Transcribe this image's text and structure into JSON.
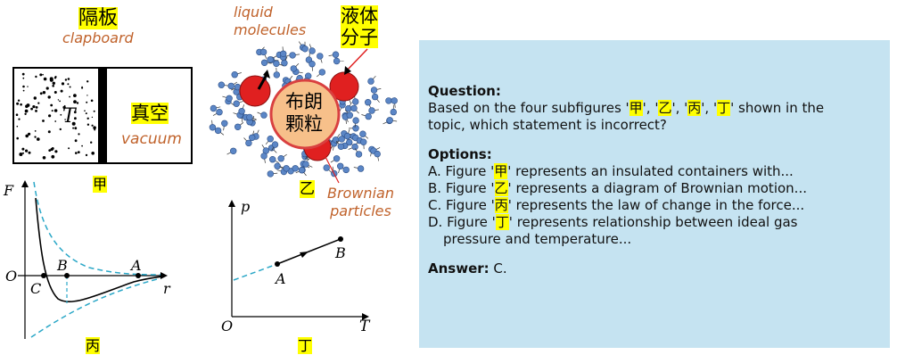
{
  "fig_jia": {
    "title_zh": "隔板",
    "title_en": "clapboard",
    "t_label": "T",
    "vacuum_zh": "真空",
    "vacuum_en": "vacuum",
    "caption": "甲"
  },
  "fig_yi": {
    "liquid_en": "liquid\nmolecules",
    "liquid_en_1": "liquid",
    "liquid_en_2": "molecules",
    "liquid_zh_1": "液体",
    "liquid_zh_2": "分子",
    "brownian_zh_1": "布朗",
    "brownian_zh_2": "颗粒",
    "brownian_en_1": "Brownian",
    "brownian_en_2": "particles",
    "caption": "乙"
  },
  "fig_bing": {
    "y_axis": "F",
    "x_axis": "r",
    "origin": "O",
    "point_c": "C",
    "point_b": "B",
    "point_a": "A",
    "caption": "丙"
  },
  "fig_ding": {
    "y_axis": "p",
    "x_axis": "T",
    "origin": "O",
    "point_a": "A",
    "point_b": "B",
    "caption": "丁"
  },
  "question": {
    "heading": "Question:",
    "text_1": "Based on the four subfigures '",
    "m1": "甲",
    "sep1": "', '",
    "m2": "乙",
    "sep2": "', '",
    "m3": "丙",
    "sep3": "', '",
    "m4": "丁",
    "text_2": "' shown in the",
    "text_3": "topic, which statement is incorrect?"
  },
  "options": {
    "heading": "Options:",
    "a_pre": "A. Figure '",
    "a_mark": "甲",
    "a_post": "' represents an insulated containers with...",
    "b_pre": "B. Figure '",
    "b_mark": "乙",
    "b_post": "' represents a diagram of Brownian motion...",
    "c_pre": "C. Figure '",
    "c_mark": "丙",
    "c_post": "' represents the law of change in the force...",
    "d_pre": "D. Figure '",
    "d_mark": "丁",
    "d_post": "' represents relationship between ideal gas",
    "d_cont": "pressure and temperature..."
  },
  "answer": {
    "heading": "Answer:",
    "value": " C."
  },
  "colors": {
    "panel_bg": "#c5e3f1",
    "highlight": "#ffff00",
    "english_label": "#c0622b",
    "dashed_curve": "#2aa7c7",
    "particle_red": "#e02020",
    "particle_center": "#f7c08a",
    "molecule_blue": "#5b86c6"
  }
}
